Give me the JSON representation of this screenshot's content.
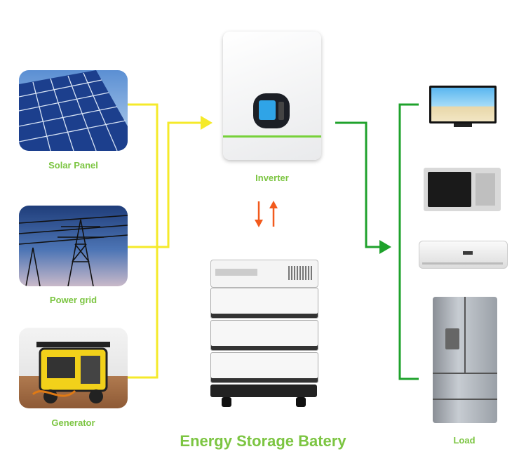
{
  "sources": [
    {
      "name": "Solar Panel",
      "icon": "solar-panel-icon"
    },
    {
      "name": "Power grid",
      "icon": "transmission-tower-icon"
    },
    {
      "name": "Generator",
      "icon": "generator-icon"
    }
  ],
  "inverter": {
    "label": "Inverter",
    "icon": "inverter-icon"
  },
  "battery": {
    "icon": "battery-stack-icon"
  },
  "load": {
    "label": "Load",
    "items": [
      "tv-icon",
      "microwave-icon",
      "air-conditioner-icon",
      "refrigerator-icon"
    ]
  },
  "title": "Energy Storage Batery",
  "colors": {
    "input_line": "#f5ea2a",
    "output_line": "#1fa22c",
    "label_green": "#7cc542",
    "charge_arrow": "#f25a1d"
  }
}
